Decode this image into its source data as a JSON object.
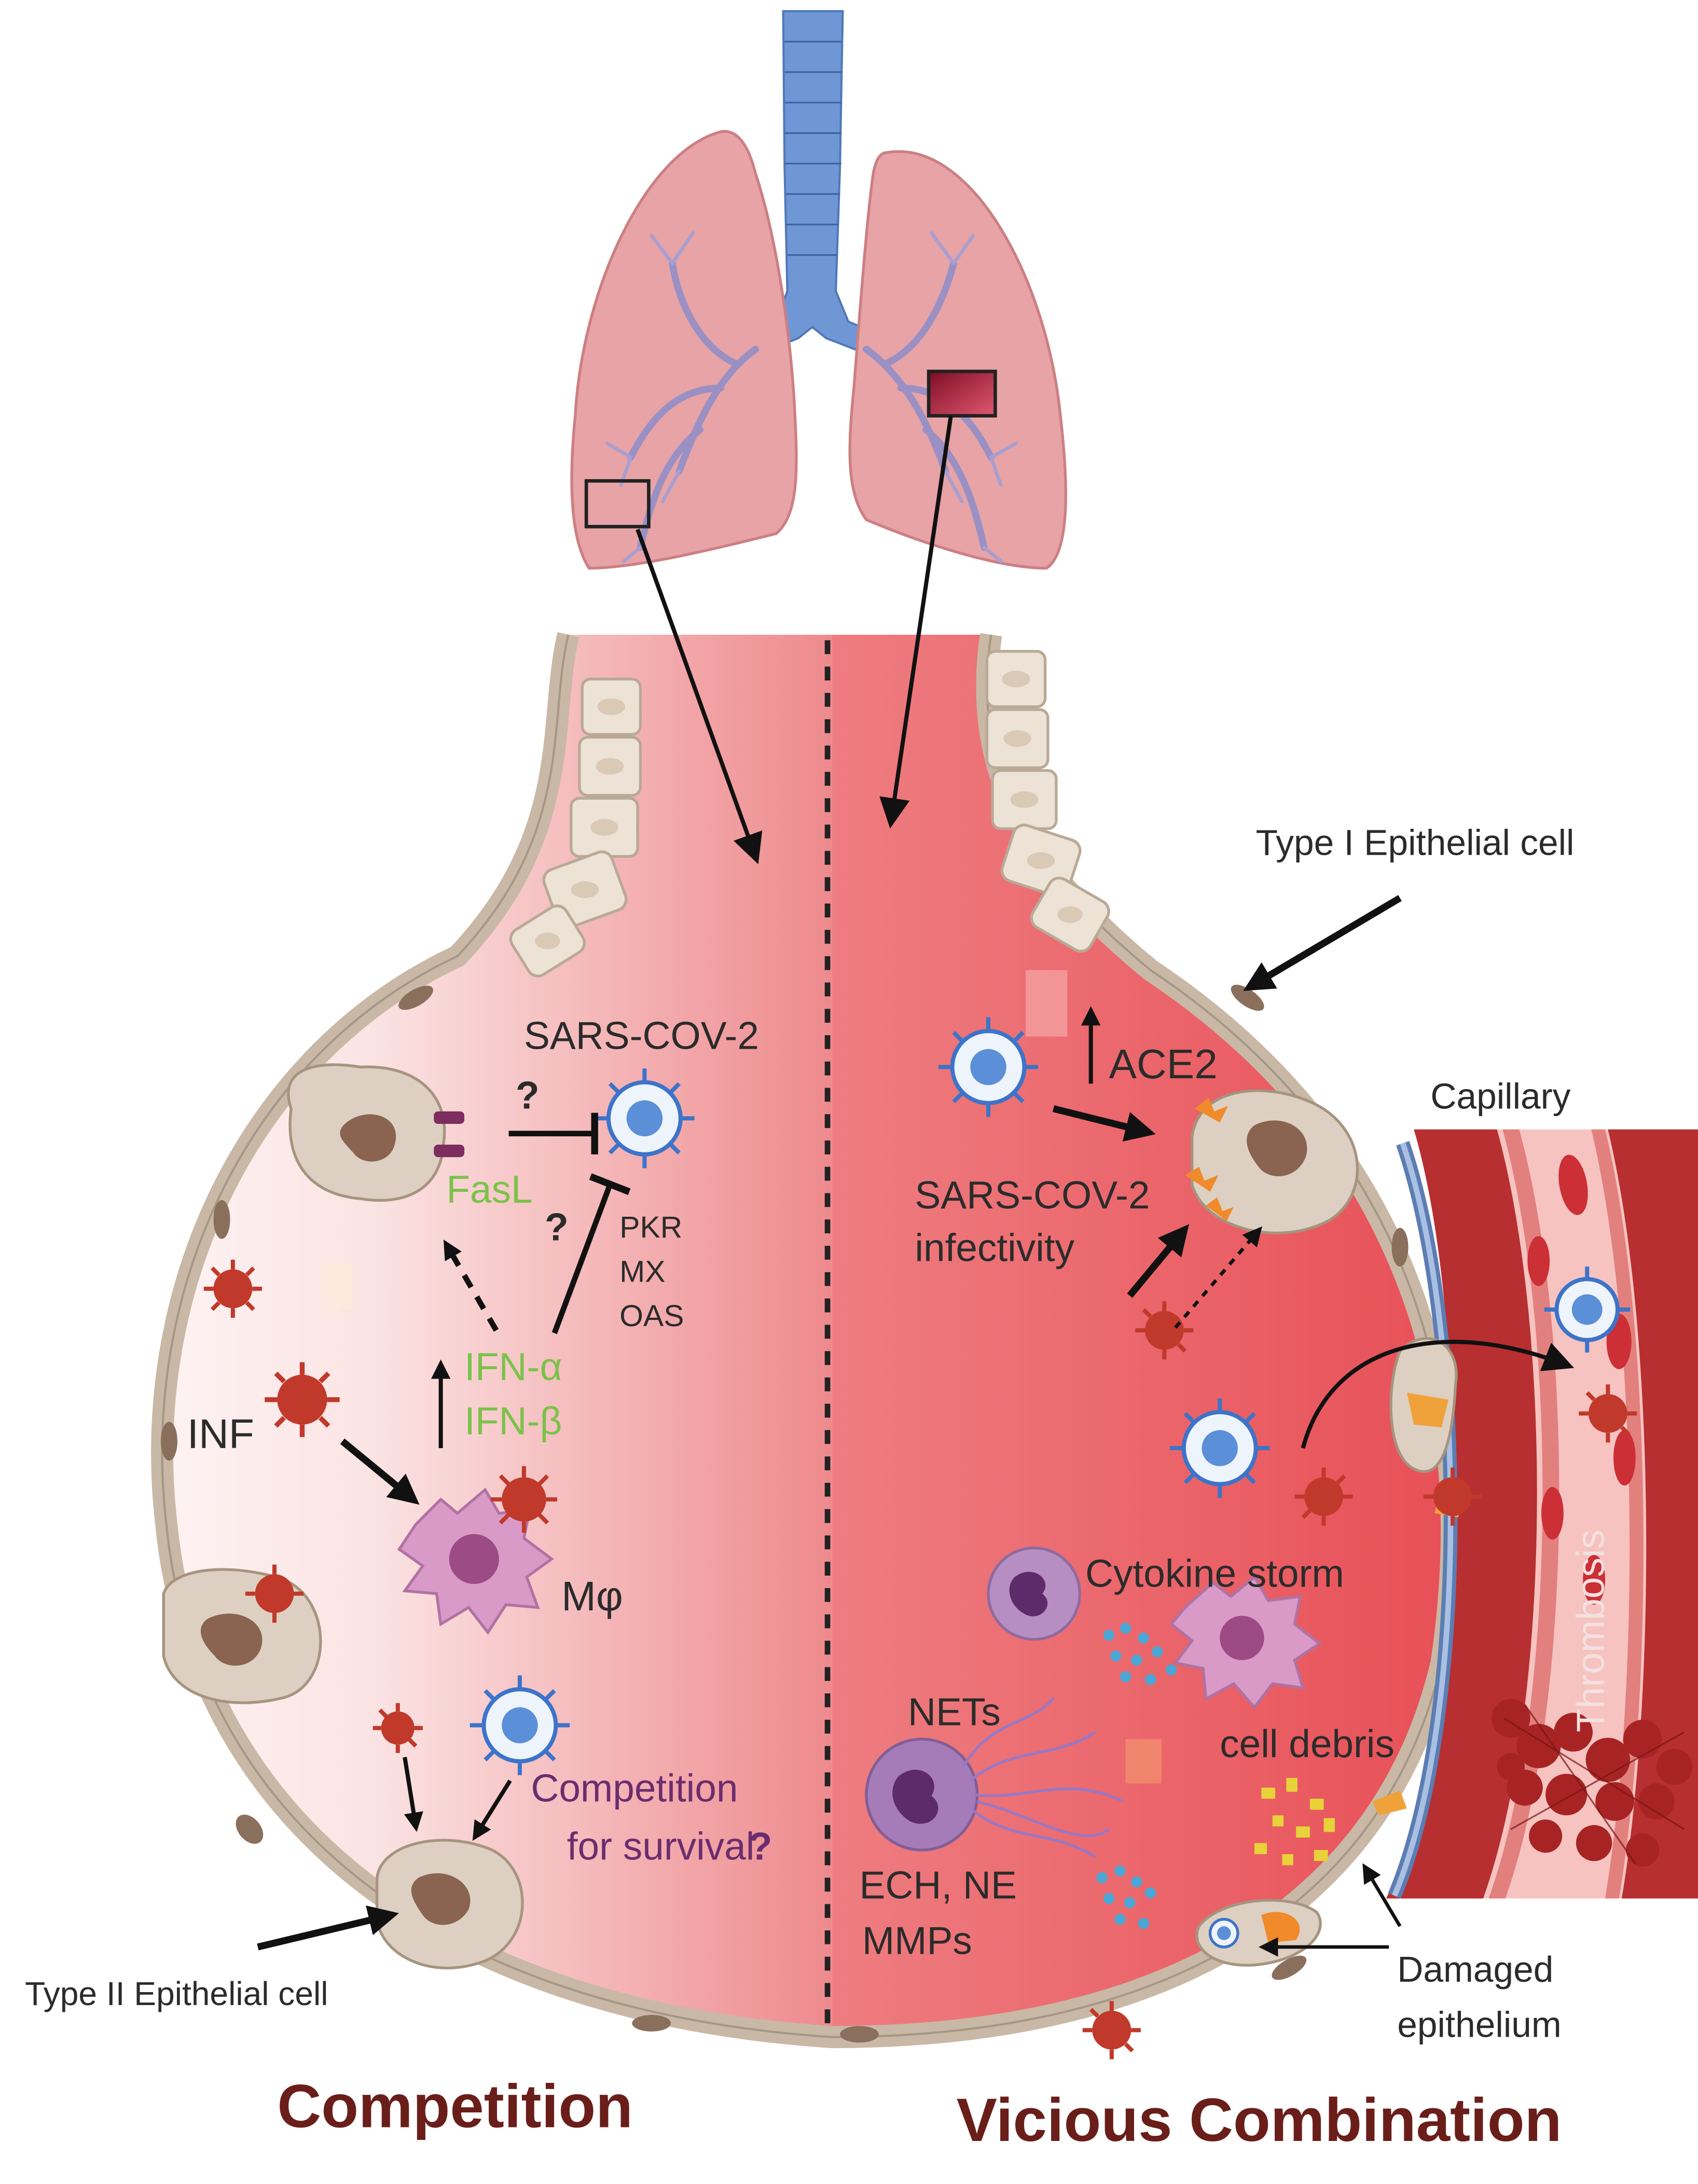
{
  "colors": {
    "lung": "#e7a3a6",
    "lung_dark": "#cc7f84",
    "trachea": "#6f97d6",
    "bronchi": "#9a90c4",
    "alveolus_fill": "#e74c54",
    "alveolus_border": "#c9b8a5",
    "epithelial_cell": "#ddd0c2",
    "nucleus": "#8a6450",
    "virus_red": "#c0392b",
    "sars_blue": "#3d73c9",
    "capillary": "#b72f30",
    "green_text": "#7cc24a",
    "purple_text": "#6b2d6e",
    "title": "#6a1e1a"
  },
  "diagram": {
    "labels": {
      "sars_cov_2_left": "SARS-COV-2",
      "question_1": "?",
      "question_2": "?",
      "fasl": "FasL",
      "pkr": "PKR",
      "mx": "MX",
      "oas": "OAS",
      "ifn_alpha": "IFN-α",
      "ifn_beta": "IFN-β",
      "inf": "INF",
      "macrophage": "Mφ",
      "competition_line1": "Competition",
      "competition_line2": "for survival",
      "competition_question": "?",
      "type2_cell": "Type II Epithelial cell",
      "type1_cell": "Type I Epithelial cell",
      "ace2": "ACE2",
      "sars_infectivity_line1": "SARS-COV-2",
      "sars_infectivity_line2": "infectivity",
      "capillary": "Capillary",
      "thrombosis": "Thrombosis",
      "cytokine_storm": "Cytokine storm",
      "nets": "NETs",
      "ech_ne": "ECH, NE",
      "mmps": "MMPs",
      "cell_debris": "cell debris",
      "damaged_line1": "Damaged",
      "damaged_line2": "epithelium"
    },
    "titles": {
      "left": "Competition",
      "right": "Vicious Combination"
    }
  }
}
